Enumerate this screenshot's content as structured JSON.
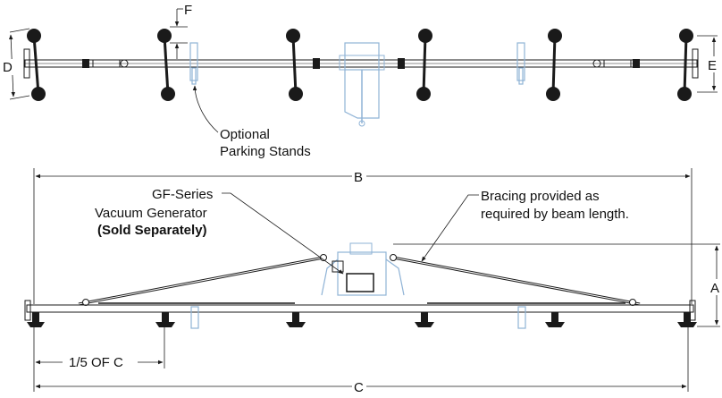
{
  "labels": {
    "optional_parking_stands_line1": "Optional",
    "optional_parking_stands_line2": "Parking Stands",
    "gf_series_line1": "GF-Series",
    "gf_series_line2": "Vacuum Generator",
    "gf_series_line3": "(Sold Separately)",
    "bracing_line1": "Bracing provided as",
    "bracing_line2": "required by beam length.",
    "one_fifth_c": "1/5 OF C"
  },
  "dimensions": {
    "A": "A",
    "B": "B",
    "C": "C",
    "D": "D",
    "E": "E",
    "F": "F"
  },
  "colors": {
    "line": "#1a1a1a",
    "generator_blue": "#8fb3d6"
  }
}
